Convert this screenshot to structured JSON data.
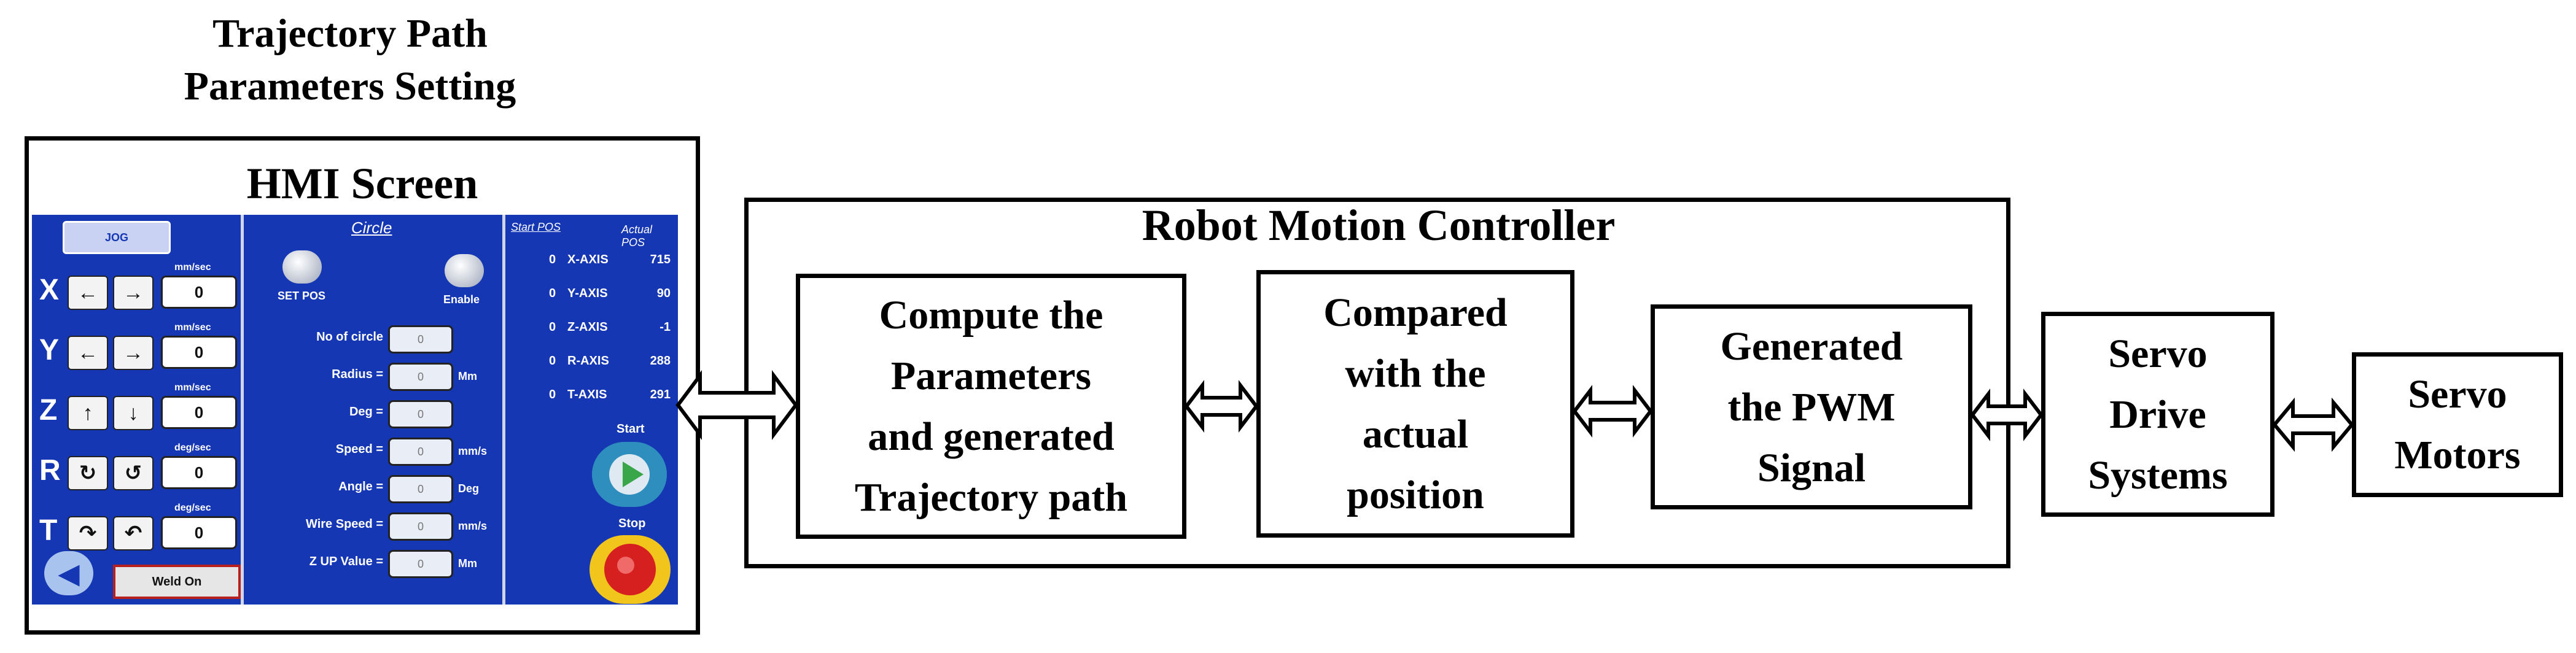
{
  "title": "Trajectory Path\nParameters Setting",
  "hmi": {
    "title": "HMI Screen",
    "jog_label": "JOG",
    "circle_label": "Circle",
    "set_pos_label": "SET POS",
    "enable_label": "Enable",
    "start_pos_label": "Start POS",
    "actual_pos_label": "Actual POS",
    "start_label": "Start",
    "stop_label": "Stop",
    "weld_on_label": "Weld On",
    "jog_rows": [
      {
        "axis": "X",
        "unit": "mm/sec",
        "value": "0",
        "btn1": "←",
        "btn2": "→"
      },
      {
        "axis": "Y",
        "unit": "mm/sec",
        "value": "0",
        "btn1": "←",
        "btn2": "→"
      },
      {
        "axis": "Z",
        "unit": "mm/sec",
        "value": "0",
        "btn1": "↑",
        "btn2": "↓"
      },
      {
        "axis": "R",
        "unit": "deg/sec",
        "value": "0",
        "btn1": "↻",
        "btn2": "↺"
      },
      {
        "axis": "T",
        "unit": "deg/sec",
        "value": "0",
        "btn1": "↷",
        "btn2": "↶"
      }
    ],
    "params": [
      {
        "label": "No of circle",
        "value": "0",
        "unit": ""
      },
      {
        "label": "Radius =",
        "value": "0",
        "unit": "Mm"
      },
      {
        "label": "Deg =",
        "value": "0",
        "unit": ""
      },
      {
        "label": "Speed =",
        "value": "0",
        "unit": "mm/s"
      },
      {
        "label": "Angle =",
        "value": "0",
        "unit": "Deg"
      },
      {
        "label": "Wire Speed =",
        "value": "0",
        "unit": "mm/s"
      },
      {
        "label": "Z UP Value =",
        "value": "0",
        "unit": "Mm"
      }
    ],
    "positions": [
      {
        "start": "0",
        "axis": "X-AXIS",
        "actual": "715"
      },
      {
        "start": "0",
        "axis": "Y-AXIS",
        "actual": "90"
      },
      {
        "start": "0",
        "axis": "Z-AXIS",
        "actual": "-1"
      },
      {
        "start": "0",
        "axis": "R-AXIS",
        "actual": "288"
      },
      {
        "start": "0",
        "axis": "T-AXIS",
        "actual": "291"
      }
    ]
  },
  "controller": {
    "title": "Robot Motion Controller",
    "blocks": [
      "Compute the\nParameters\nand generated\nTrajectory path",
      "Compared\nwith the\nactual\nposition",
      "Generated\nthe PWM\nSignal"
    ]
  },
  "servo_drive": "Servo\nDrive\nSystems",
  "servo_motors": "Servo\nMotors"
}
